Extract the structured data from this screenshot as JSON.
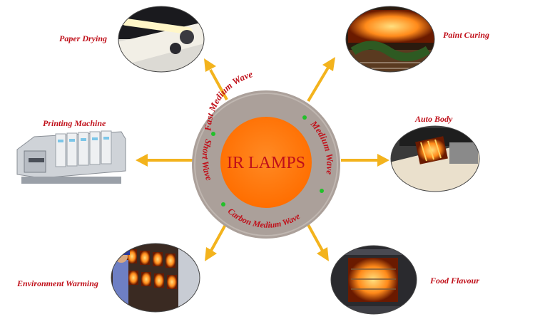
{
  "center": {
    "title": "IR LAMPS",
    "ring_labels": {
      "top": "Fast Medium Wave",
      "right": "Medium Wave",
      "bottom": "Carbon Medium Wave",
      "left": "Short Wave"
    }
  },
  "applications": {
    "paper_drying": "Paper Drying",
    "paint_curing": "Paint Curing",
    "printing_machine": "Printing Machine",
    "auto_body": "Auto Body",
    "environment_warming": "Environment Warming",
    "food_flavour": "Food Flavour"
  },
  "colors": {
    "ring": "#aba09a",
    "core": "#ff7a10",
    "arrow": "#f3b31d",
    "label": "#c0101a",
    "dot": "#22c02a"
  }
}
